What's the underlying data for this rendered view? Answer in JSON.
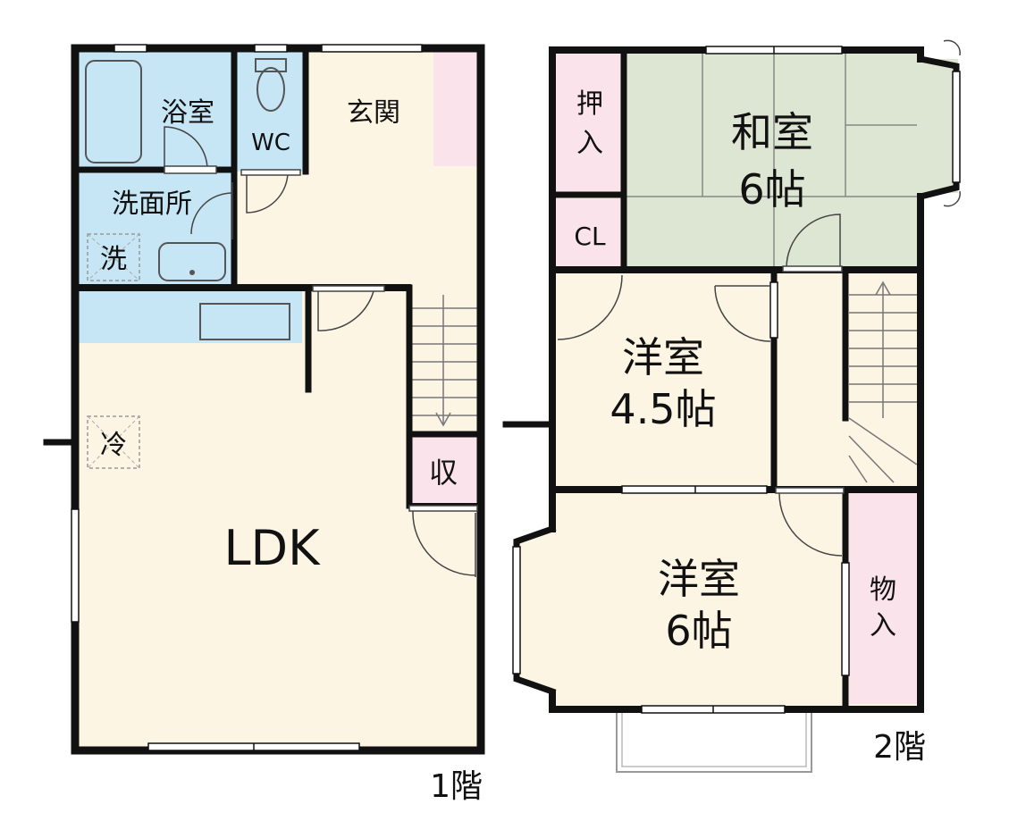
{
  "rooms": {
    "bath": "浴室",
    "wc": "WC",
    "entrance": "玄関",
    "washroom": "洗面所",
    "washer": "洗",
    "fridge": "冷",
    "storage_small": "収",
    "ldk": "LDK",
    "closet_oshiire_1": "押",
    "closet_oshiire_2": "入",
    "cl": "CL",
    "washitsu_name": "和室",
    "washitsu_size": "6帖",
    "youshitsu1_name": "洋室",
    "youshitsu1_size": "4.5帖",
    "youshitsu2_name": "洋室",
    "youshitsu2_size": "6帖",
    "monoire_1": "物",
    "monoire_2": "入"
  },
  "floors": {
    "first": "1階",
    "second": "2階"
  },
  "colors": {
    "floor": "#fdf5e4",
    "wet": "#c6e6f5",
    "storage": "#fbe3ec",
    "tatami": "#dde5d3",
    "wall": "#111111"
  }
}
